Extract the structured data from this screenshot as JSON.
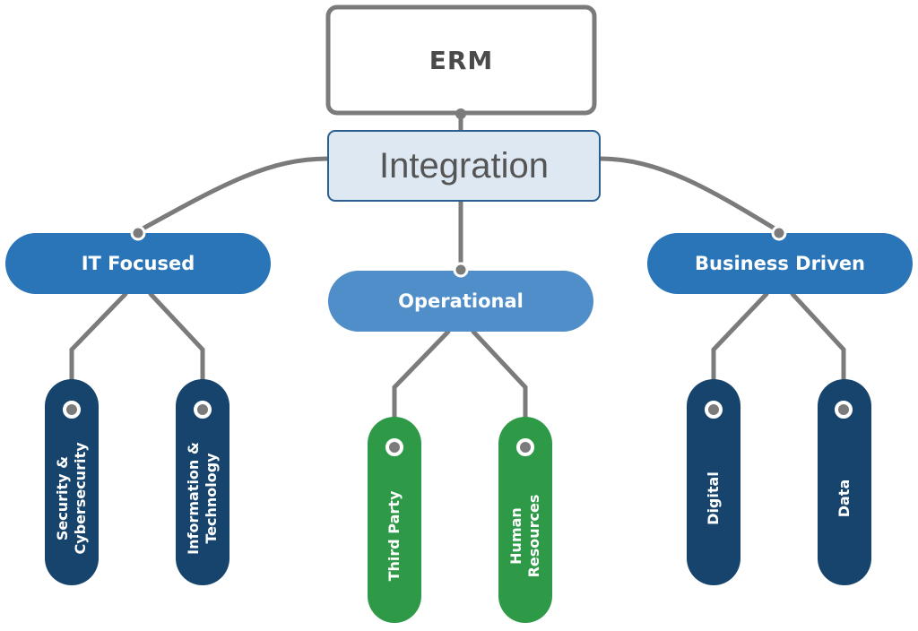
{
  "root": {
    "label": "ERM"
  },
  "hub": {
    "label": "Integration"
  },
  "categories": [
    {
      "id": "it",
      "label": "IT Focused",
      "color": "#2a74b8",
      "children": [
        {
          "label": "Security &\nCybersecurity",
          "color": "#17446d"
        },
        {
          "label": "Information &\nTechnology",
          "color": "#17446d"
        }
      ]
    },
    {
      "id": "op",
      "label": "Operational",
      "color": "#4f8ec9",
      "children": [
        {
          "label": "Third Party",
          "color": "#2e9a48"
        },
        {
          "label": "Human\nResources",
          "color": "#2e9a48"
        }
      ]
    },
    {
      "id": "bd",
      "label": "Business Driven",
      "color": "#2a74b8",
      "children": [
        {
          "label": "Digital",
          "color": "#17446d"
        },
        {
          "label": "Data",
          "color": "#17446d"
        }
      ]
    }
  ],
  "colors": {
    "connector": "#7b7b7b",
    "root_border": "#7b7b7b",
    "hub_fill": "#dde8f3",
    "hub_border": "#2a5f8f"
  }
}
